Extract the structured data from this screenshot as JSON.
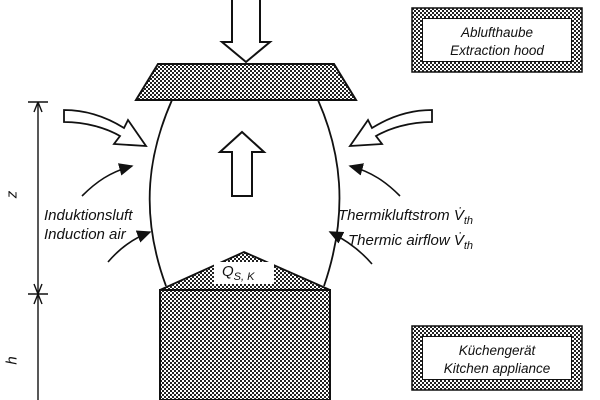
{
  "labels": {
    "hood_de": "Ablufthaube",
    "hood_en": "Extraction hood",
    "appliance_de": "Küchengerät",
    "appliance_en": "Kitchen appliance",
    "induction_de": "Induktionsluft",
    "induction_en": "Induction air",
    "thermic_de": "Thermikluftstrom V̇",
    "thermic_de_sub": "th",
    "thermic_en": "Thermic airflow V̇",
    "thermic_en_sub": "th",
    "heat_source": "Q",
    "heat_source_sub": "S, K",
    "dim_z": "z",
    "dim_h": "h"
  },
  "colors": {
    "ink": "#111111",
    "hatch_background": "#ffffff"
  }
}
